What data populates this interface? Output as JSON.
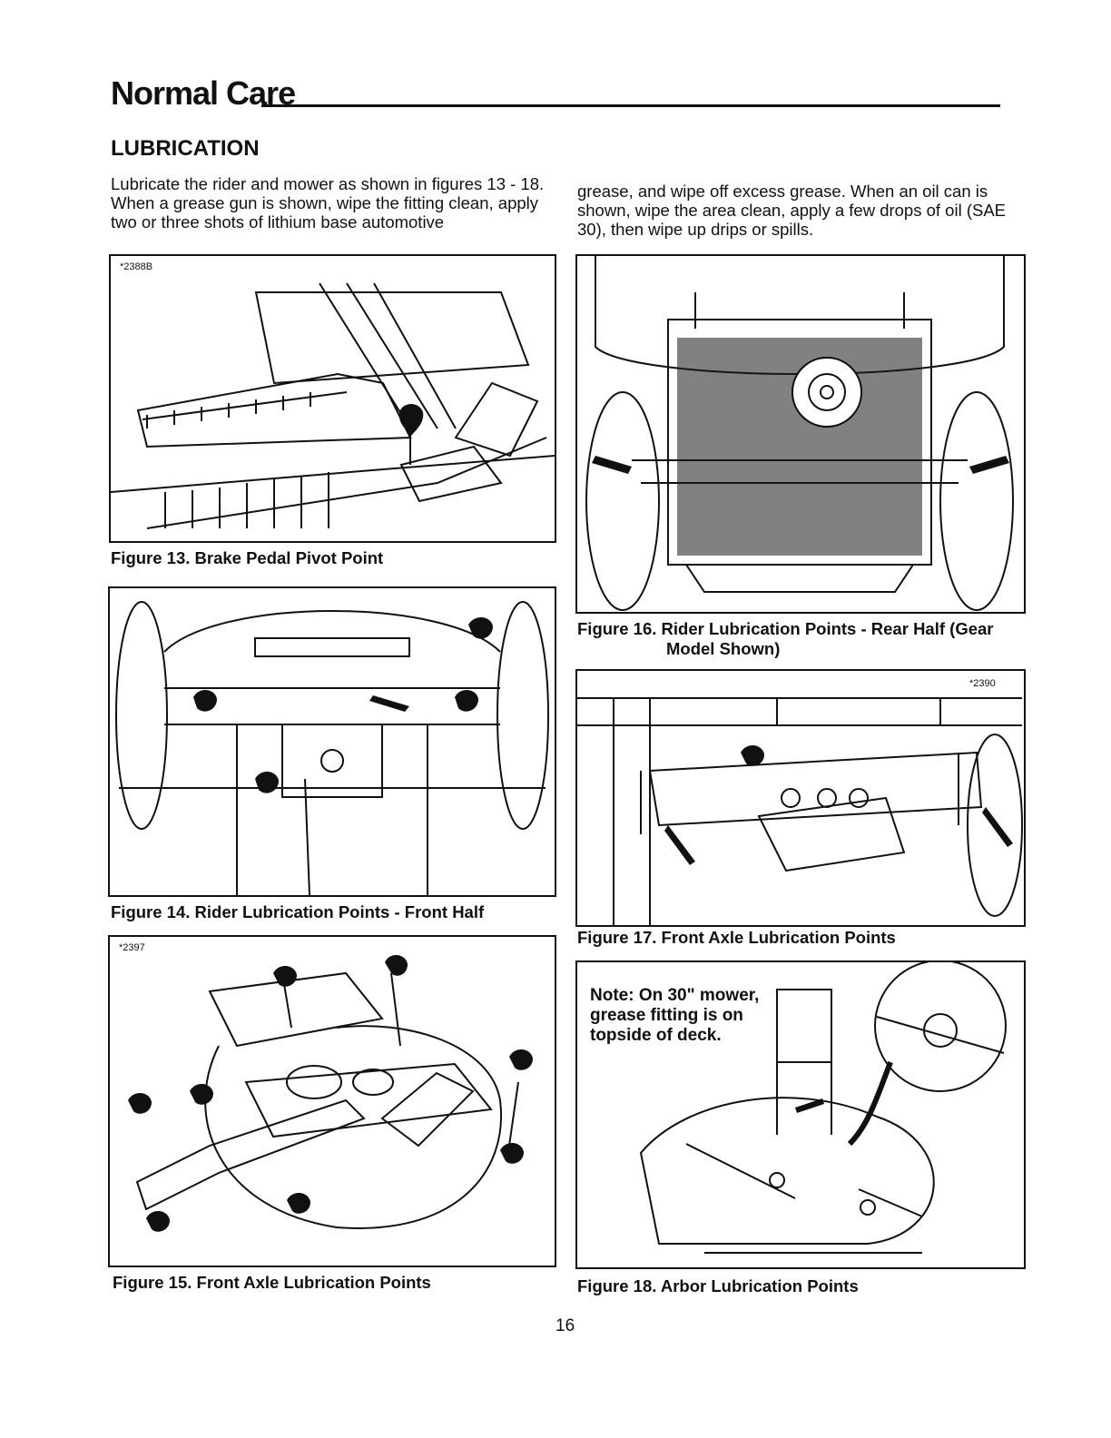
{
  "header": {
    "section_title": "Normal Care"
  },
  "lubrication": {
    "heading": "LUBRICATION",
    "para_left": "Lubricate the rider  and mower as shown in figures 13 - 18. When a grease gun is shown, wipe the fitting clean, apply two or three shots of lithium base automotive",
    "para_right": "grease, and wipe off excess grease. When an oil can is shown, wipe the area clean, apply a few drops of oil (SAE 30), then wipe up drips or spills."
  },
  "figures": {
    "fig13": {
      "ref": "*2388B",
      "caption": "Figure 13. Brake Pedal Pivot Point"
    },
    "fig14": {
      "caption": "Figure 14. Rider Lubrication Points - Front Half"
    },
    "fig15": {
      "ref": "*2397",
      "caption": "Figure 15. Front Axle Lubrication Points"
    },
    "fig16": {
      "caption_line1": "Figure 16. Rider  Lubrication Points - Rear Half (Gear",
      "caption_line2": "Model Shown)"
    },
    "fig17": {
      "ref": "*2390",
      "caption": "Figure 17. Front Axle Lubrication Points"
    },
    "fig18": {
      "note_line1": "Note: On 30\" mower,",
      "note_line2": "grease fitting is on",
      "note_line3": "topside of deck.",
      "caption": "Figure 18. Arbor Lubrication Points"
    }
  },
  "footer": {
    "page_number": "16"
  }
}
